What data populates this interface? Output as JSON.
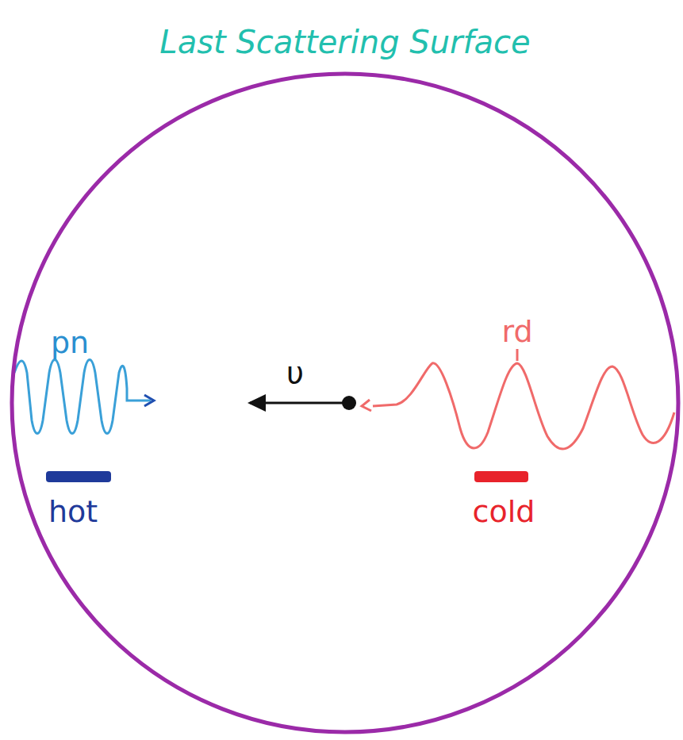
{
  "diagram": {
    "nodes": [
      {
        "text": [
          "Last Scattering Surface"
        ]
      }
    ],
    "labels": [
      "pn",
      "hot",
      "υ",
      "rd",
      "cold"
    ]
  }
}
